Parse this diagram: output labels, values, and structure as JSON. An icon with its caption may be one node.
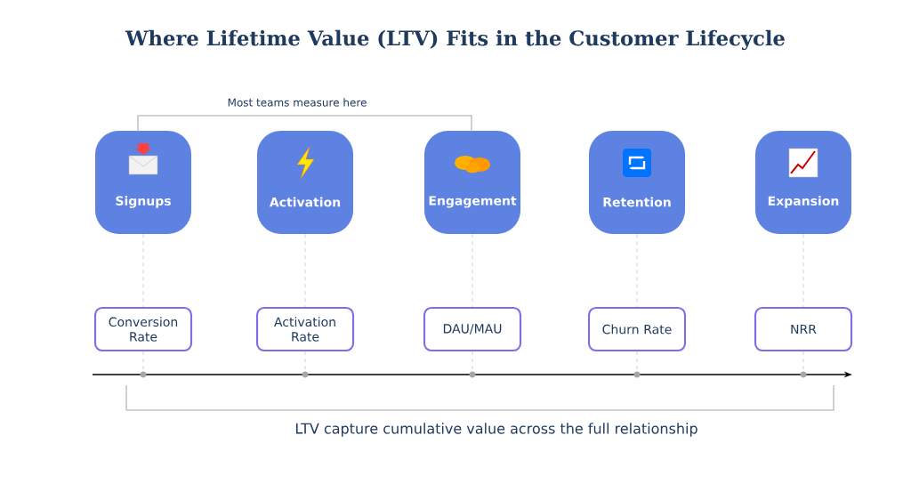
{
  "diagram": {
    "title": "Where Lifetime Value (LTV) Fits in the Customer Lifecycle",
    "nodes": [
      {
        "text": [
          "Signups"
        ]
      },
      {
        "text": [
          "Activation"
        ]
      },
      {
        "text": [
          "Engagement"
        ]
      },
      {
        "text": [
          "Retention"
        ]
      },
      {
        "text": [
          "Expansion"
        ]
      },
      {
        "text": [
          "Conversion Rate"
        ]
      },
      {
        "text": [
          "Activation Rate"
        ]
      },
      {
        "text": [
          "DAU/MAU"
        ]
      },
      {
        "text": [
          "Churn Rate"
        ]
      },
      {
        "text": [
          "NRR"
        ]
      },
      {
        "text": [],
        "shape": "circle"
      },
      {
        "text": [],
        "shape": "circle"
      },
      {
        "text": [],
        "shape": "circle"
      },
      {
        "text": [],
        "shape": "circle"
      },
      {
        "text": [],
        "shape": "circle"
      }
    ],
    "edges": [
      {
        "from": 0,
        "to": 5,
        "arrow": "none",
        "style": "dashed"
      },
      {
        "from": 1,
        "to": 6,
        "arrow": "none",
        "style": "dashed"
      },
      {
        "from": 2,
        "to": 7,
        "arrow": "none",
        "style": "dashed"
      },
      {
        "from": 3,
        "to": 8,
        "arrow": "none",
        "style": "dashed"
      },
      {
        "from": 4,
        "to": 9,
        "arrow": "none",
        "style": "dashed"
      },
      {
        "from": 5,
        "to": 10,
        "arrow": "none",
        "style": "dashed"
      },
      {
        "from": 6,
        "to": 11,
        "arrow": "none",
        "style": "dashed"
      },
      {
        "from": 7,
        "to": 12,
        "arrow": "none",
        "style": "dashed"
      },
      {
        "from": 8,
        "to": 13,
        "arrow": "none",
        "style": "dashed"
      },
      {
        "from": 9,
        "to": 14,
        "arrow": "none",
        "style": "dashed"
      }
    ],
    "labels": [
      "Most teams measure here",
      "LTV capture cumulative value across the full relationship"
    ]
  }
}
